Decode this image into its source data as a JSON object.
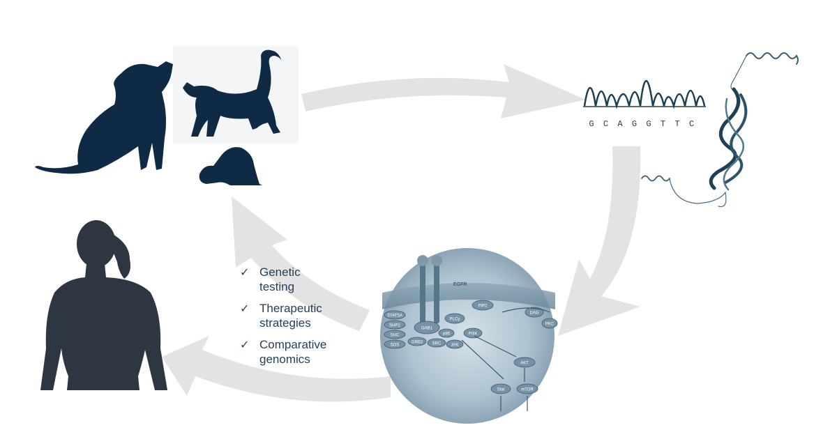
{
  "benefits": [
    {
      "line1": "Genetic",
      "line2": "testing"
    },
    {
      "line1": "Therapeutic",
      "line2": "strategies"
    },
    {
      "line1": "Comparative",
      "line2": "genomics"
    }
  ],
  "sequence": [
    "G",
    "C",
    "A",
    "G",
    "G",
    "T",
    "T",
    "C"
  ],
  "pathway": {
    "receptor": "EGFR",
    "nodes": [
      "GAB1",
      "STAT5A",
      "SHP2",
      "SHC",
      "SOS",
      "GRB2",
      "SRC",
      "PLCγ",
      "PI3K",
      "p85",
      "JAK",
      "PIP2",
      "DAG",
      "PKC",
      "AKT",
      "Stat",
      "mTOR"
    ]
  },
  "colors": {
    "silhouette": "#0f2a45",
    "human": "#2e3641",
    "arrow": "#e3e3e3",
    "text": "#24405a",
    "cell": "#b9cbd6"
  }
}
